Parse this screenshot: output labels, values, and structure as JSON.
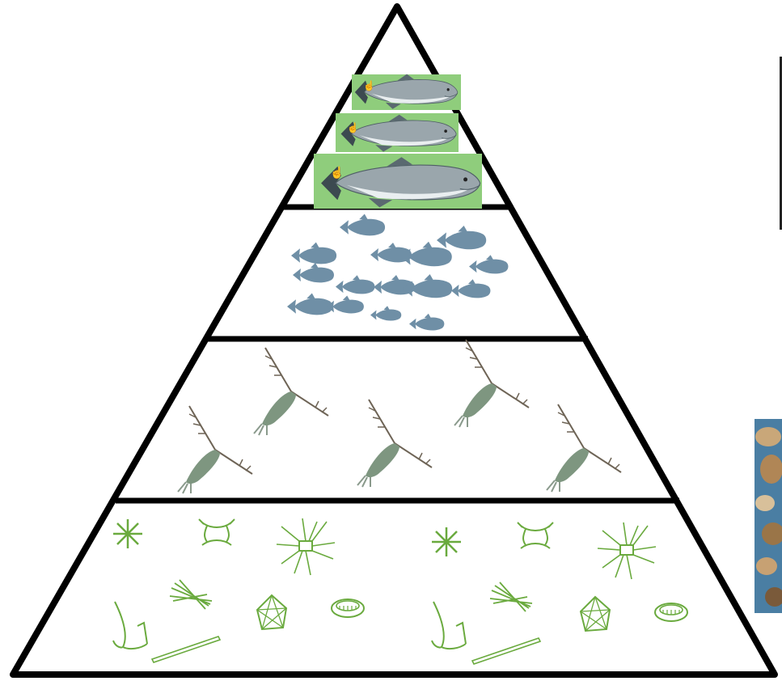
{
  "diagram": {
    "kind": "food-pyramid",
    "tiers": [
      {
        "name": "top-predator",
        "organism": "salmon-icon",
        "count": 3
      },
      {
        "name": "small-fish",
        "organism": "small-fish-icon",
        "count": 15
      },
      {
        "name": "zooplankton",
        "organism": "copepod-icon",
        "count": 5
      },
      {
        "name": "phytoplankton",
        "organism": "algae-icon",
        "count": 16
      }
    ],
    "side_cards": [
      "card-top-right",
      "mussel-photo-card"
    ],
    "colors": {
      "outline": "#000000",
      "salmon_bg": "#8fcd7c",
      "small_fish": "#6f8fa6",
      "copepod_body": "#7e9680",
      "copepod_legs": "#6e6456",
      "algae": "#6aaa3e",
      "mussel_bg": "#4a7ea3"
    }
  }
}
